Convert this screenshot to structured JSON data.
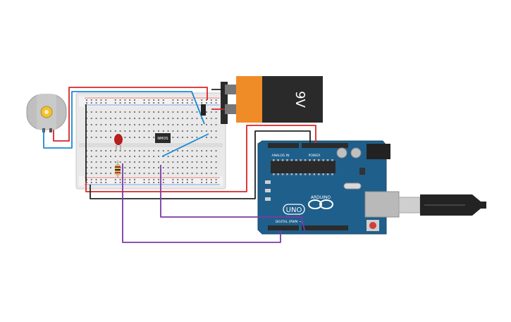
{
  "battery": {
    "label": "9V",
    "body_color": "#2a2a2a",
    "cap_color": "#f08c28"
  },
  "mosfet": {
    "label": "NMOS"
  },
  "arduino": {
    "brand": "ARDUINO",
    "model": "UNO",
    "analog_header": "ANALOG IN",
    "power_header": "POWER",
    "digital_header": "DIGITAL (PWM ~)",
    "board_color": "#1f5f8b"
  },
  "wire_colors": {
    "red": "#d92626",
    "black": "#222222",
    "blue": "#1a8ad4",
    "purple": "#7a3aa8"
  },
  "icons": [
    "dc-motor-icon",
    "battery-icon",
    "led-icon",
    "resistor-icon",
    "usb-cable-icon"
  ]
}
